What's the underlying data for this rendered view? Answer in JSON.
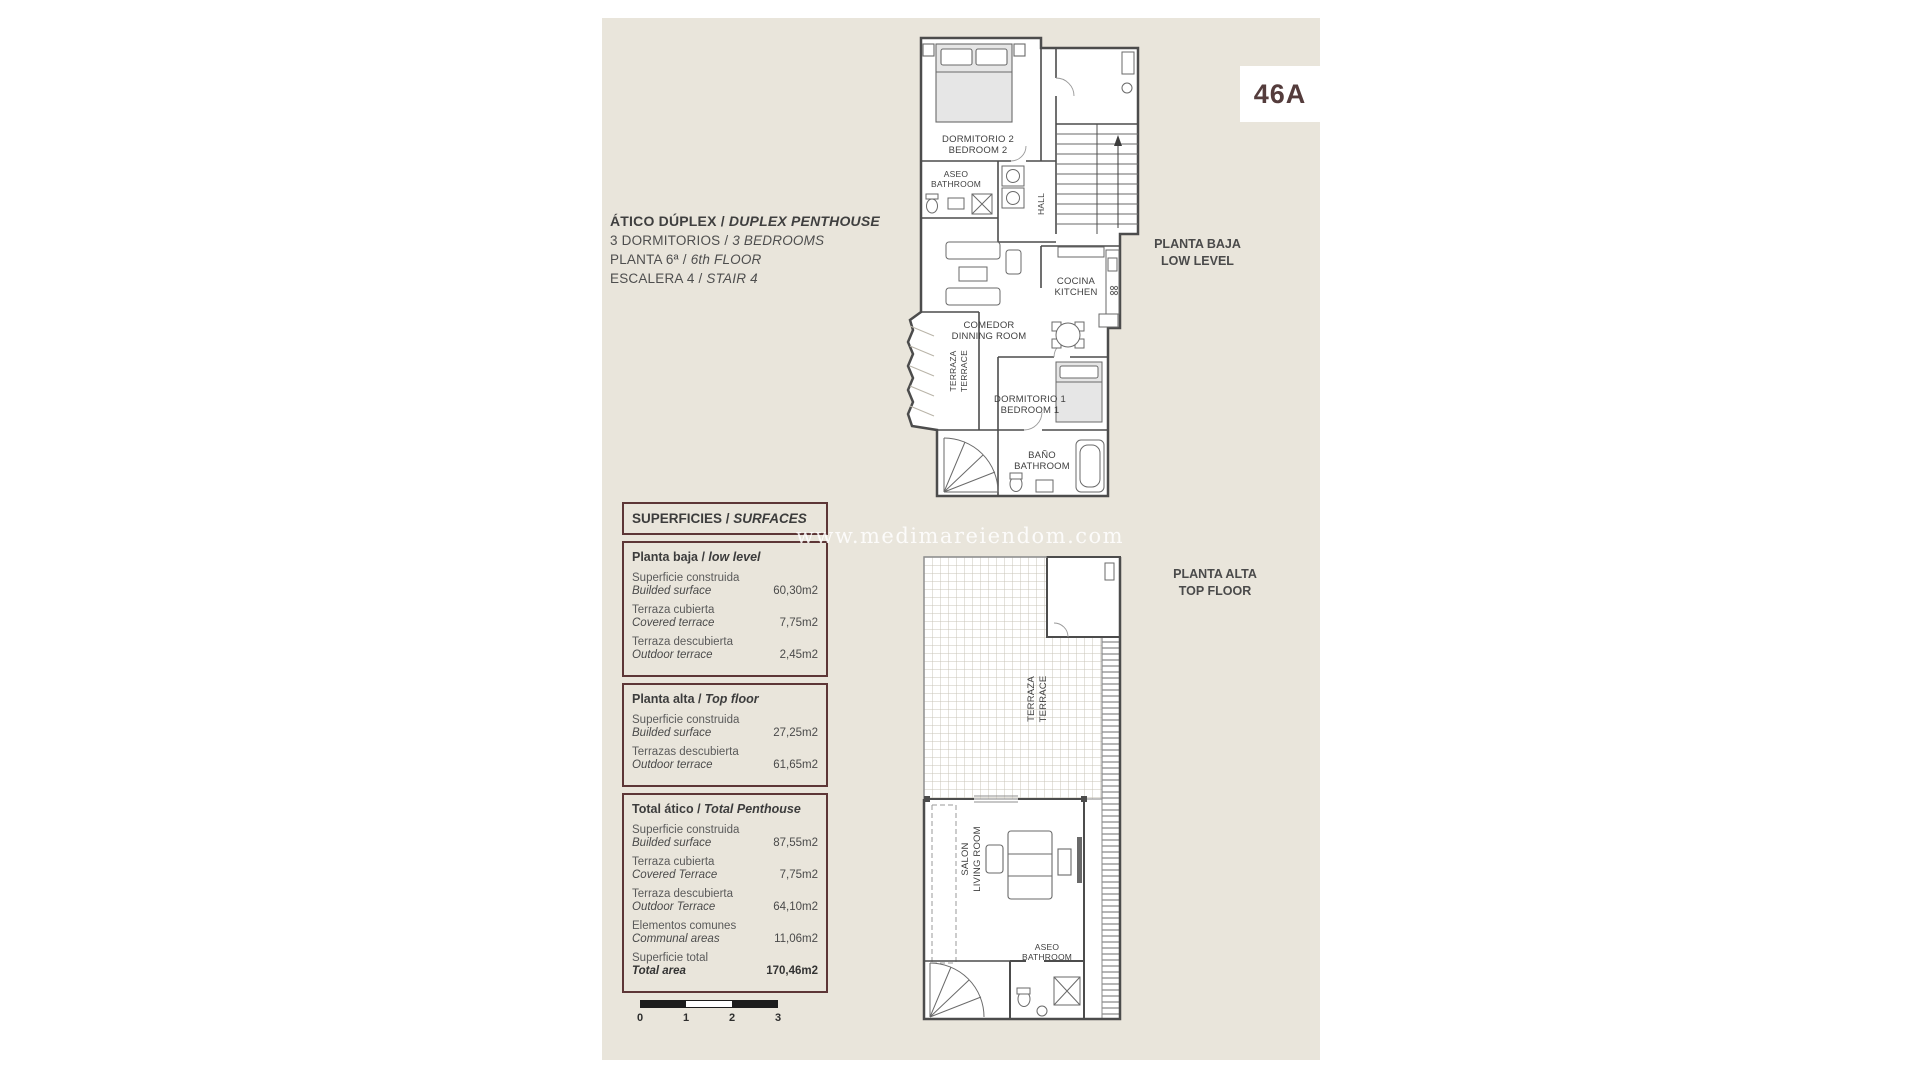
{
  "page": {
    "unit": "46A",
    "watermark": "www.medimareiendom.com",
    "sep": " / "
  },
  "info": {
    "lines": [
      {
        "es": "ÁTICO DÚPLEX",
        "en": "DUPLEX PENTHOUSE",
        "bold": true
      },
      {
        "es": "3 DORMITORIOS",
        "en": "3 BEDROOMS",
        "bold": false
      },
      {
        "es": "PLANTA 6ª",
        "en": "6th FLOOR",
        "bold": false
      },
      {
        "es": "ESCALERA 4",
        "en": "STAIR 4",
        "bold": false
      }
    ]
  },
  "captions": {
    "low_1": "PLANTA BAJA",
    "low_2": "LOW LEVEL",
    "top_1": "PLANTA ALTA",
    "top_2": "TOP FLOOR"
  },
  "plan_low": {
    "bedroom2_1": "DORMITORIO 2",
    "bedroom2_2": "BEDROOM 2",
    "aseo_1": "ASEO",
    "aseo_2": "BATHROOM",
    "hall": "HALL",
    "cocina_1": "COCINA",
    "cocina_2": "KITCHEN",
    "comedor_1": "COMEDOR",
    "comedor_2": "DINNING ROOM",
    "terraza_1": "TERRAZA",
    "terraza_2": "TERRACE",
    "dorm1_1": "DORMITORIO 1",
    "dorm1_2": "BEDROOM 1",
    "bano_1": "BAÑO",
    "bano_2": "BATHROOM"
  },
  "plan_top": {
    "terraza_1": "TERRAZA",
    "terraza_2": "TERRACE",
    "salon_1": "SALON",
    "salon_2": "LIVING ROOM",
    "aseo_1": "ASEO",
    "aseo_2": "BATHROOM"
  },
  "surfaces": {
    "header_es": "SUPERFICIES",
    "header_en": "SURFACES",
    "sections": [
      {
        "title_es": "Planta baja",
        "title_en": "low level",
        "rows": [
          {
            "es": "Superficie construida",
            "en": "Builded surface",
            "value": "60,30m2",
            "bold": false
          },
          {
            "es": "Terraza cubierta",
            "en": "Covered terrace",
            "value": "7,75m2",
            "bold": false
          },
          {
            "es": "Terraza descubierta",
            "en": "Outdoor terrace",
            "value": "2,45m2",
            "bold": false
          }
        ]
      },
      {
        "title_es": "Planta alta",
        "title_en": "Top floor",
        "rows": [
          {
            "es": "Superficie construida",
            "en": "Builded surface",
            "value": "27,25m2",
            "bold": false
          },
          {
            "es": "Terrazas descubierta",
            "en": "Outdoor terrace",
            "value": "61,65m2",
            "bold": false
          }
        ]
      },
      {
        "title_es": "Total ático",
        "title_en": "Total Penthouse",
        "rows": [
          {
            "es": "Superficie construida",
            "en": "Builded surface",
            "value": "87,55m2",
            "bold": false
          },
          {
            "es": "Terraza cubierta",
            "en": "Covered Terrace",
            "value": "7,75m2",
            "bold": false
          },
          {
            "es": "Terraza descubierta",
            "en": "Outdoor Terrace",
            "value": "64,10m2",
            "bold": false
          },
          {
            "es": "Elementos comunes",
            "en": "Communal areas",
            "value": "11,06m2",
            "bold": false
          },
          {
            "es": "Superficie total",
            "en": "Total area",
            "value": "170,46m2",
            "bold": true
          }
        ]
      }
    ]
  },
  "scale": {
    "ticks": [
      "0",
      "1",
      "2",
      "3"
    ]
  }
}
